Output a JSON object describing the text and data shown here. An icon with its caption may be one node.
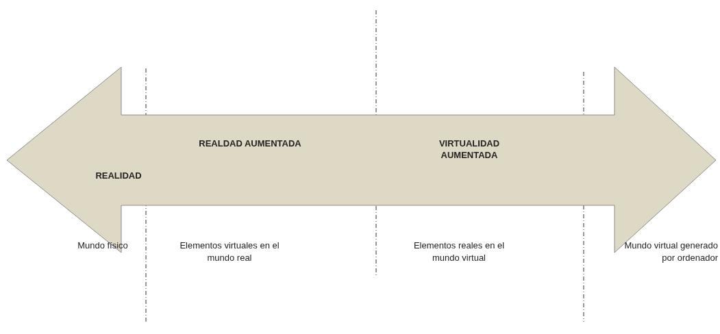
{
  "diagram": {
    "nodes": [
      {
        "text": [
          "REALIDAD",
          "REALDAD AUMENTADA",
          "VIRTUALIDAD AUMENTADA"
        ]
      }
    ],
    "labels": [
      "Mundo físico",
      "Elementos virtuales en el mundo real",
      "Elementos reales en el mundo virtual",
      "Mundo virtual generado por ordenador"
    ]
  }
}
